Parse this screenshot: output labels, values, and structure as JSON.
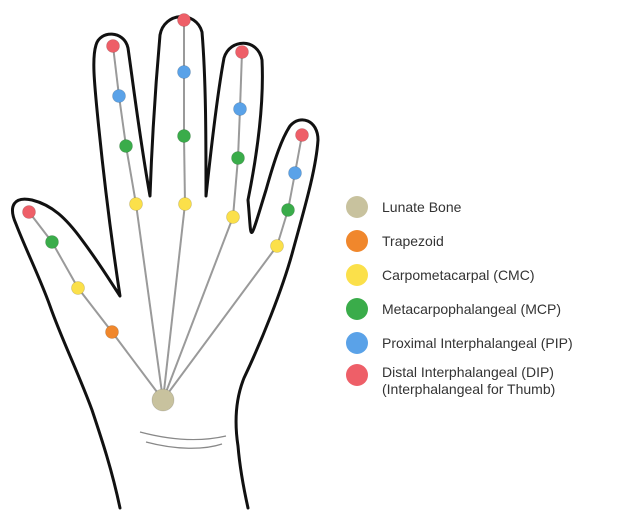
{
  "colors": {
    "outline": "#111111",
    "bone_line": "#9a9a9a",
    "lunate": "#c8c29e",
    "trapezoid": "#f0872c",
    "cmc": "#fbe04a",
    "mcp": "#3aac4a",
    "pip": "#5aa2e8",
    "dip": "#ee5f68"
  },
  "legend": [
    {
      "key": "lunate",
      "label": "Lunate Bone",
      "color": "#c8c29e"
    },
    {
      "key": "trapezoid",
      "label": "Trapezoid",
      "color": "#f0872c"
    },
    {
      "key": "cmc",
      "label": "Carpometacarpal (CMC)",
      "color": "#fbe04a"
    },
    {
      "key": "mcp",
      "label": "Metacarpophalangeal (MCP)",
      "color": "#3aac4a"
    },
    {
      "key": "pip",
      "label": "Proximal Interphalangeal (PIP)",
      "color": "#5aa2e8"
    },
    {
      "key": "dip",
      "label": "Distal Interphalangeal (DIP)",
      "label_line2": "(Interphalangeal for Thumb)",
      "color": "#ee5f68"
    }
  ]
}
